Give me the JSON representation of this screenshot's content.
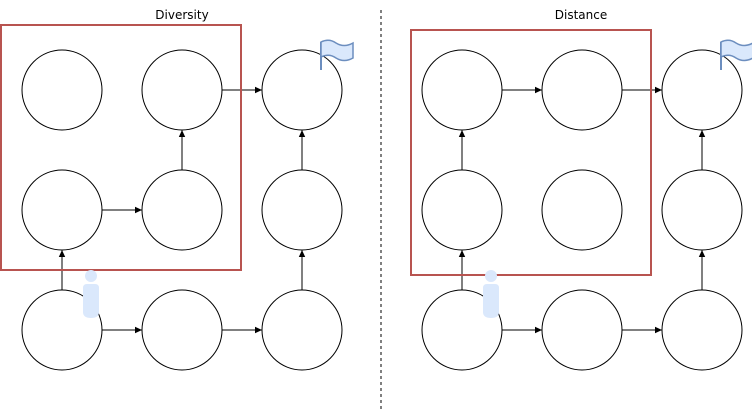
{
  "colors": {
    "group_box": "#b85450",
    "agent": "#dae8fc",
    "flag_fill": "#dae8fc",
    "flag_stroke": "#6c8ebf"
  },
  "panels": [
    {
      "title": "Diversity",
      "highlighted_nodes": [
        "r1c1",
        "r1c2",
        "r2c1",
        "r2c2"
      ],
      "edges": [
        [
          "r3c1",
          "r3c2"
        ],
        [
          "r3c2",
          "r3c3"
        ],
        [
          "r3c3",
          "r2c3"
        ],
        [
          "r2c3",
          "r1c3"
        ],
        [
          "r3c1",
          "r2c1"
        ],
        [
          "r2c1",
          "r2c2"
        ],
        [
          "r2c2",
          "r1c2"
        ],
        [
          "r1c2",
          "r1c3"
        ]
      ],
      "agent_icon": "person-icon",
      "goal_icon": "flag-icon"
    },
    {
      "title": "Distance",
      "highlighted_nodes": [
        "r1c1",
        "r1c2",
        "r2c1",
        "r2c2"
      ],
      "edges": [
        [
          "r3c1",
          "r3c2"
        ],
        [
          "r3c2",
          "r3c3"
        ],
        [
          "r3c3",
          "r2c3"
        ],
        [
          "r2c3",
          "r1c3"
        ],
        [
          "r3c1",
          "r2c1"
        ],
        [
          "r2c1",
          "r1c1"
        ],
        [
          "r1c1",
          "r1c2"
        ],
        [
          "r1c2",
          "r1c3"
        ]
      ],
      "agent_icon": "person-icon",
      "goal_icon": "flag-icon"
    }
  ]
}
